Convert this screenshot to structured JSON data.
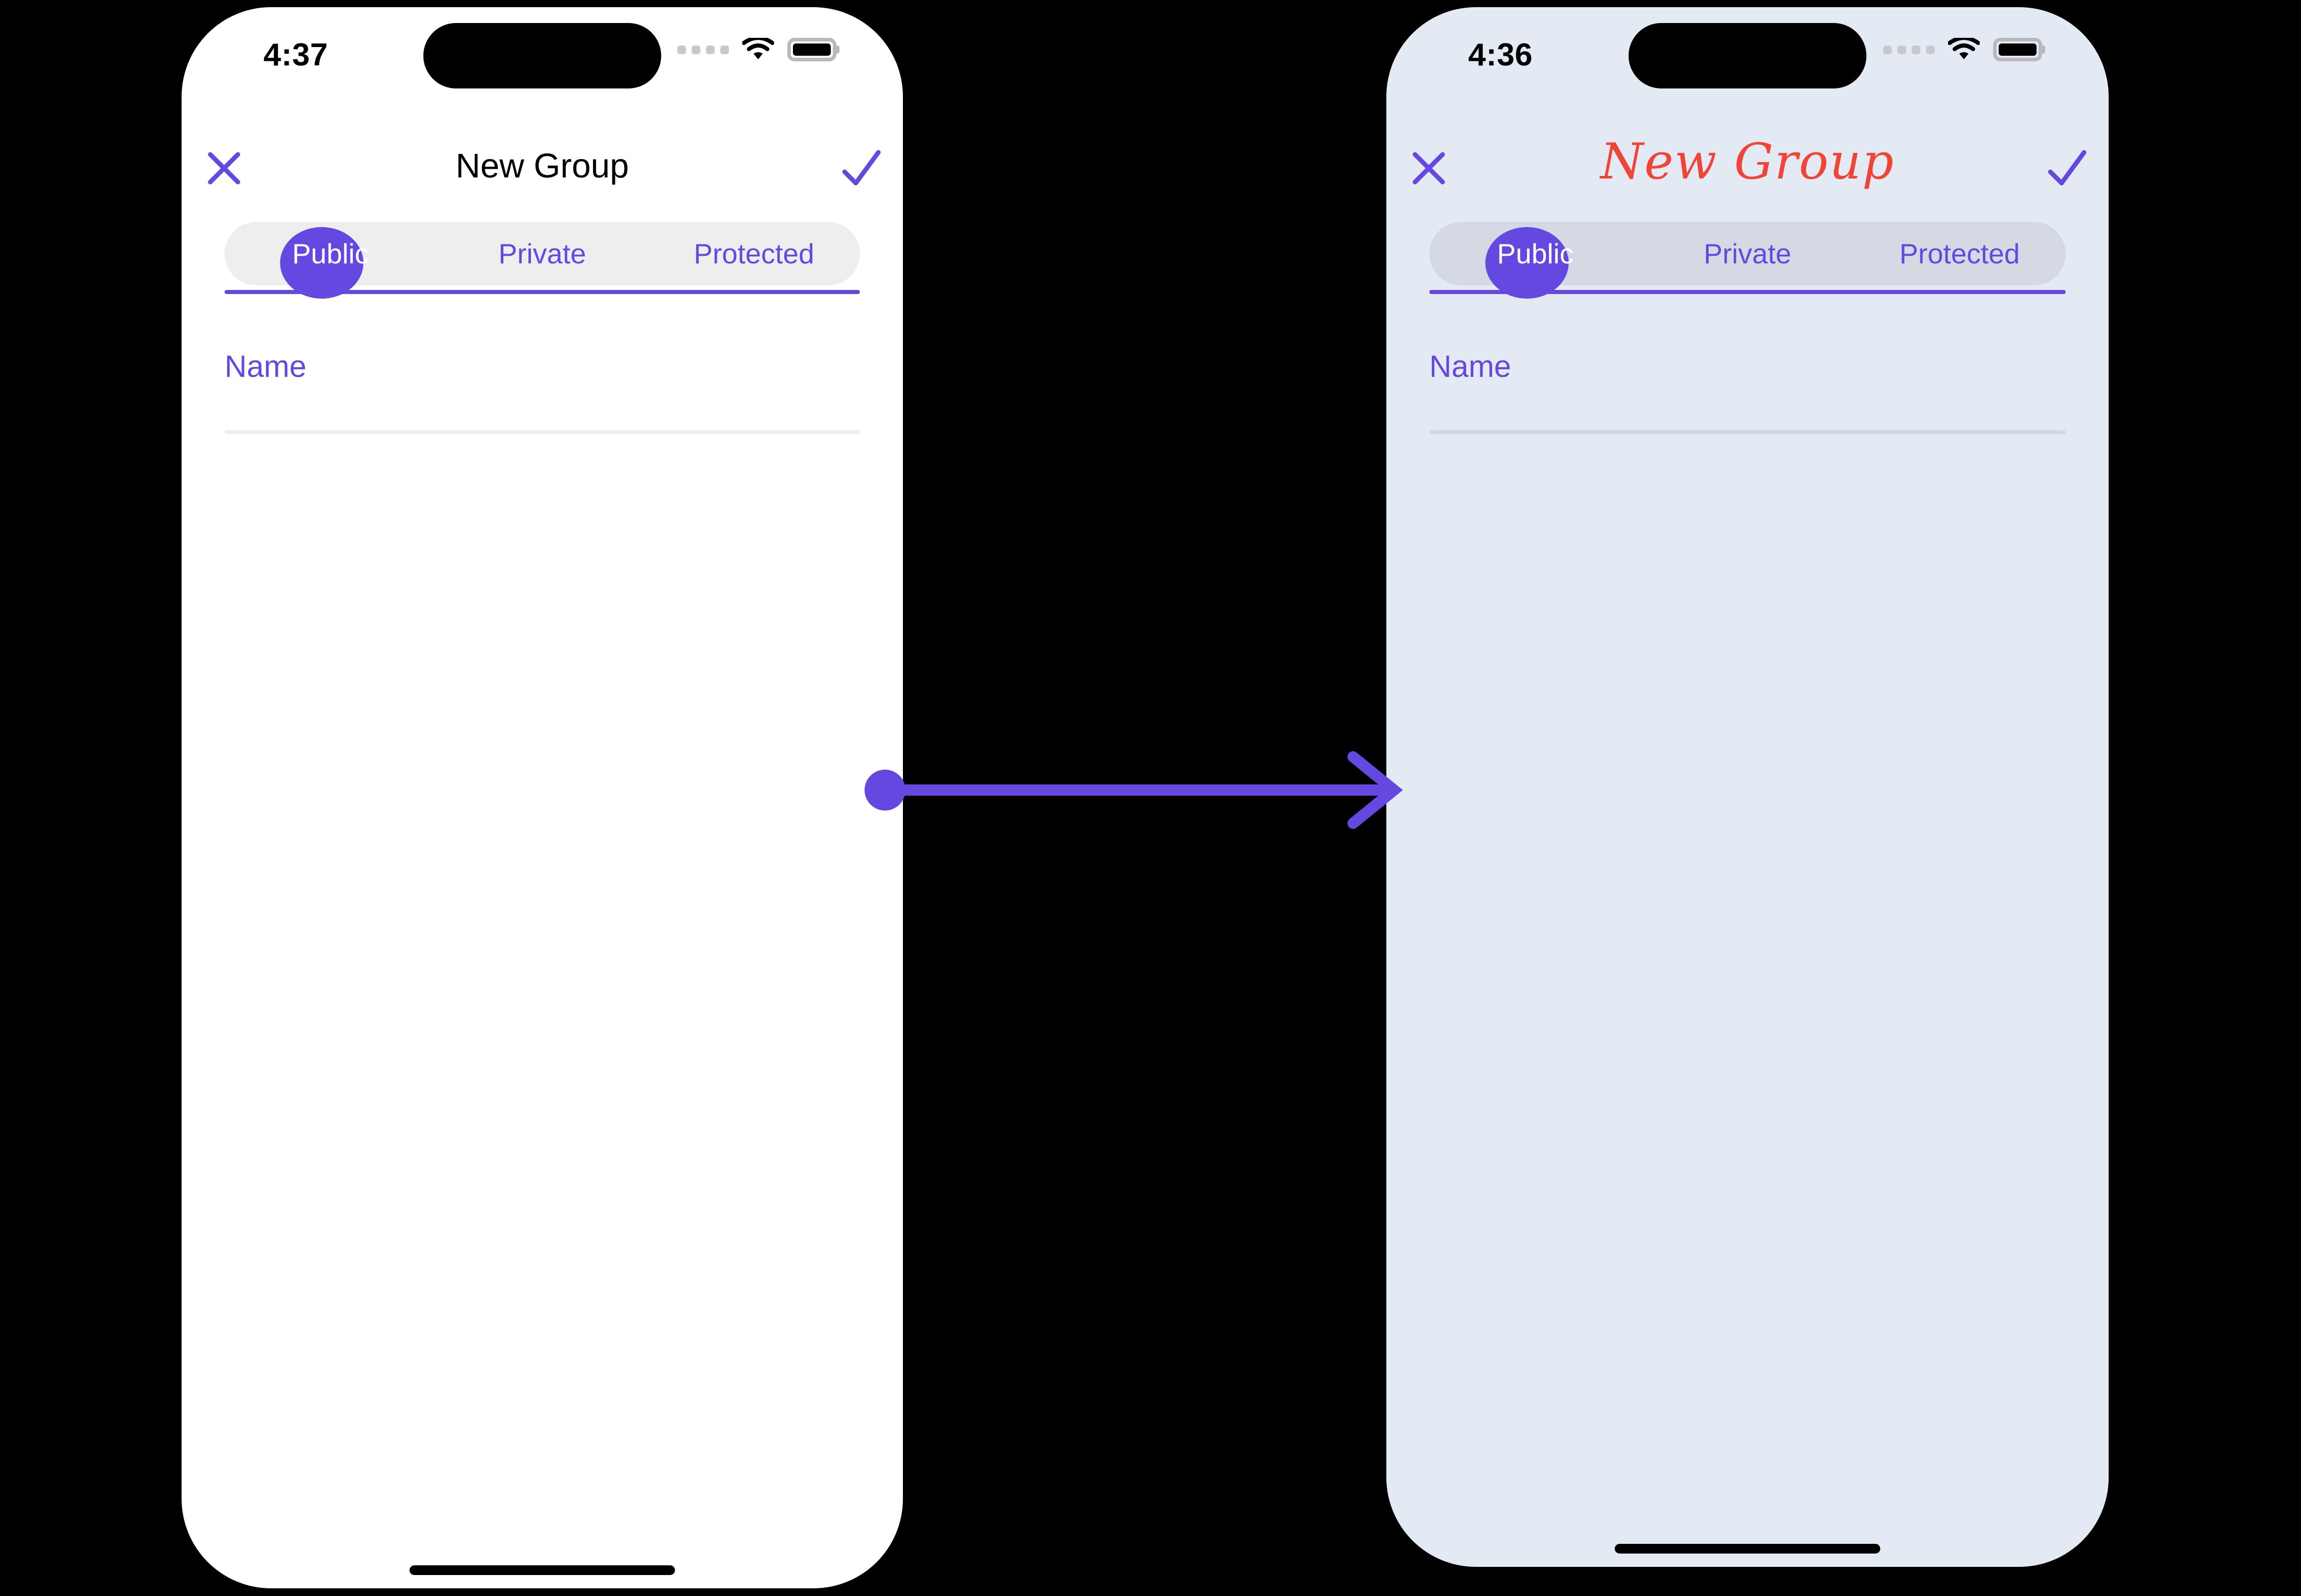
{
  "meta": {
    "accent": "#6548e0",
    "title_red": "#f04436",
    "bg": "#000000"
  },
  "arrow": {
    "name": "transition-arrow",
    "color": "#6548e0",
    "direction": "left-to-right"
  },
  "screens": [
    {
      "id": "before",
      "variant": "light",
      "background": "#ffffff",
      "status_bar": {
        "time": "4:37",
        "cellular_icon": "cellular-dots-icon",
        "wifi_icon": "wifi-icon",
        "battery_icon": "battery-full-icon"
      },
      "nav": {
        "close_icon": "close-icon",
        "done_icon": "checkmark-icon",
        "title": "New Group",
        "title_color": "#000000"
      },
      "segmented": {
        "track_color": "#eeeeee",
        "indicator_color": "#6548e0",
        "underline_color": "#6548e0",
        "selected": "Public",
        "options": [
          {
            "label": "Public"
          },
          {
            "label": "Private"
          },
          {
            "label": "Protected"
          }
        ]
      },
      "name_field": {
        "label": "Name",
        "value": "",
        "placeholder": "Name",
        "label_color": "#6548e0",
        "line_color": "#eeeeee"
      },
      "home_indicator": "home-indicator"
    },
    {
      "id": "after",
      "variant": "tinted",
      "background": "#e4eaf4",
      "status_bar": {
        "time": "4:36",
        "cellular_icon": "cellular-dots-icon",
        "wifi_icon": "wifi-icon",
        "battery_icon": "battery-full-icon"
      },
      "nav": {
        "close_icon": "close-icon",
        "done_icon": "checkmark-icon",
        "title": "New Group",
        "title_color": "#f04436"
      },
      "segmented": {
        "track_color": "#d4d9e3",
        "indicator_color": "#6548e0",
        "underline_color": "#6548e0",
        "selected": "Public",
        "options": [
          {
            "label": "Public"
          },
          {
            "label": "Private"
          },
          {
            "label": "Protected"
          }
        ]
      },
      "name_field": {
        "label": "Name",
        "value": "",
        "placeholder": "Name",
        "label_color": "#6548e0",
        "line_color": "#d4d9e3"
      },
      "home_indicator": "home-indicator"
    }
  ]
}
